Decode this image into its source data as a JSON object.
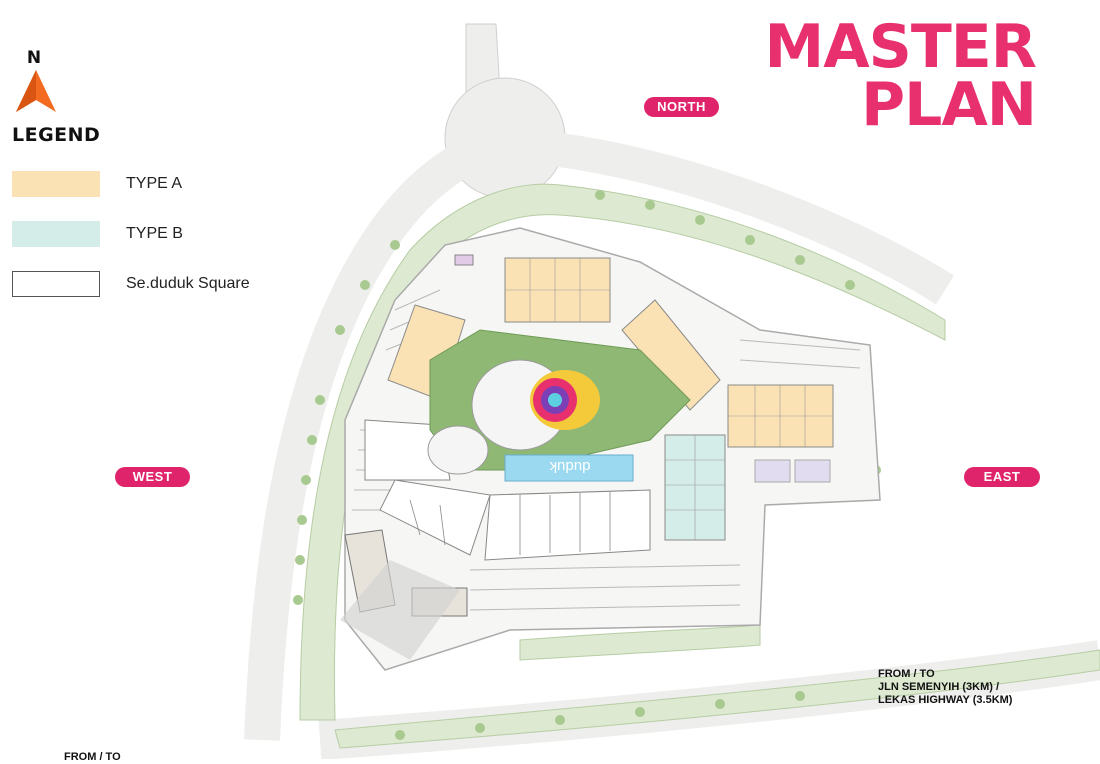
{
  "header": {
    "title_line1": "MASTER",
    "title_line2": "PLAN"
  },
  "compass": {
    "label": "N",
    "icon": "north-arrow-icon",
    "color": "#f26b21"
  },
  "legend": {
    "title": "LEGEND",
    "items": [
      {
        "label": "TYPE A",
        "color": "#fbe2b4"
      },
      {
        "label": "TYPE B",
        "color": "#d5ede8"
      },
      {
        "label": "Se.duduk Square",
        "color": "#ffffff"
      }
    ]
  },
  "directions": {
    "north": "NORTH",
    "west": "WEST",
    "east": "EAST"
  },
  "destinations": {
    "east_line1": "FROM / TO",
    "east_line2": "JLN SEMENYIH (3KM) /",
    "east_line3": "LEKAS HIGHWAY (3.5KM)",
    "south_line1": "FROM / TO"
  },
  "pool": {
    "label": "duduk"
  },
  "colors": {
    "accent": "#e8306f",
    "grass": "#dfe9d3",
    "road": "#f0f0ee",
    "park": "#94b878"
  }
}
